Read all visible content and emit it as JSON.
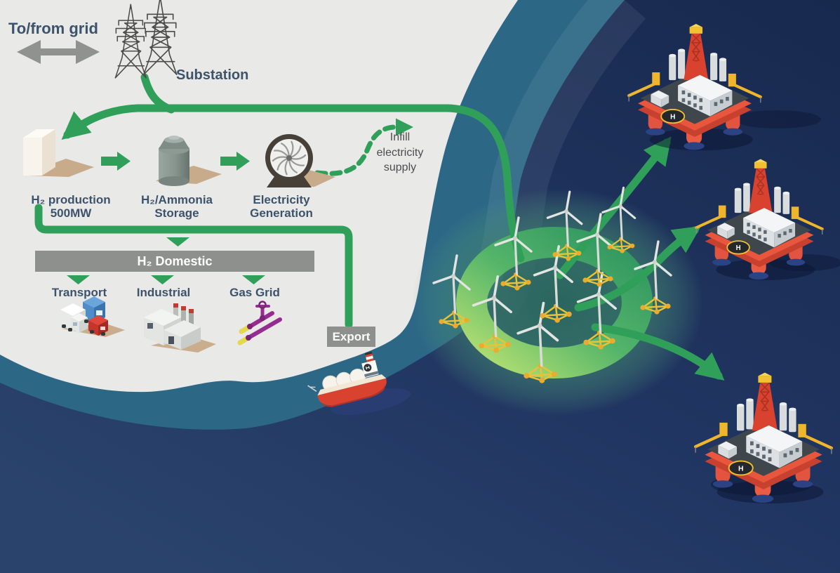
{
  "meta": {
    "description": "Offshore floating wind farm powering hydrogen production, storage, domestic use and export"
  },
  "colors": {
    "accent_green": "#2f9f59",
    "ring_green_light": "#b9e273",
    "ring_green_dark": "#2e9460",
    "ocean_navy": "#1e3257",
    "coast_teal": "#2c6886",
    "land_gray": "#e9e9e7",
    "label_slate": "#3c536b",
    "bar_gray": "#8e908d",
    "shadow_tan": "#c7ab8a",
    "platform_red": "#e0503a",
    "crane_yellow": "#eeb52d",
    "pipe_purple": "#952d90"
  },
  "grid": {
    "label": "To/from grid"
  },
  "substation": {
    "label": "Substation"
  },
  "chain": {
    "production_label": "H₂ production\n500MW",
    "storage_label": "H₂/Ammonia\nStorage",
    "generation_label": "Electricity\nGeneration",
    "infill_label": "Infill\nelectricity\nsupply"
  },
  "domestic": {
    "header_label": "H₂ Domestic",
    "sectors": [
      {
        "label": "Transport"
      },
      {
        "label": "Industrial"
      },
      {
        "label": "Gas Grid"
      }
    ]
  },
  "export": {
    "label": "Export"
  },
  "offshore": {
    "helipad_letter": "H",
    "wind_turbine_count": 10,
    "platform_count": 3
  },
  "icons": {
    "grid_arrow": "double-headed-arrow",
    "substation": "transmission-towers",
    "production": "electrolyser-building",
    "storage": "storage-tank",
    "generation": "turbine-fan",
    "transport": "trucks",
    "industrial": "factory",
    "gas_grid": "pipeline",
    "export": "lng-ship",
    "wind_farm": "floating-wind-turbines",
    "platforms": "oil-gas-platform"
  }
}
